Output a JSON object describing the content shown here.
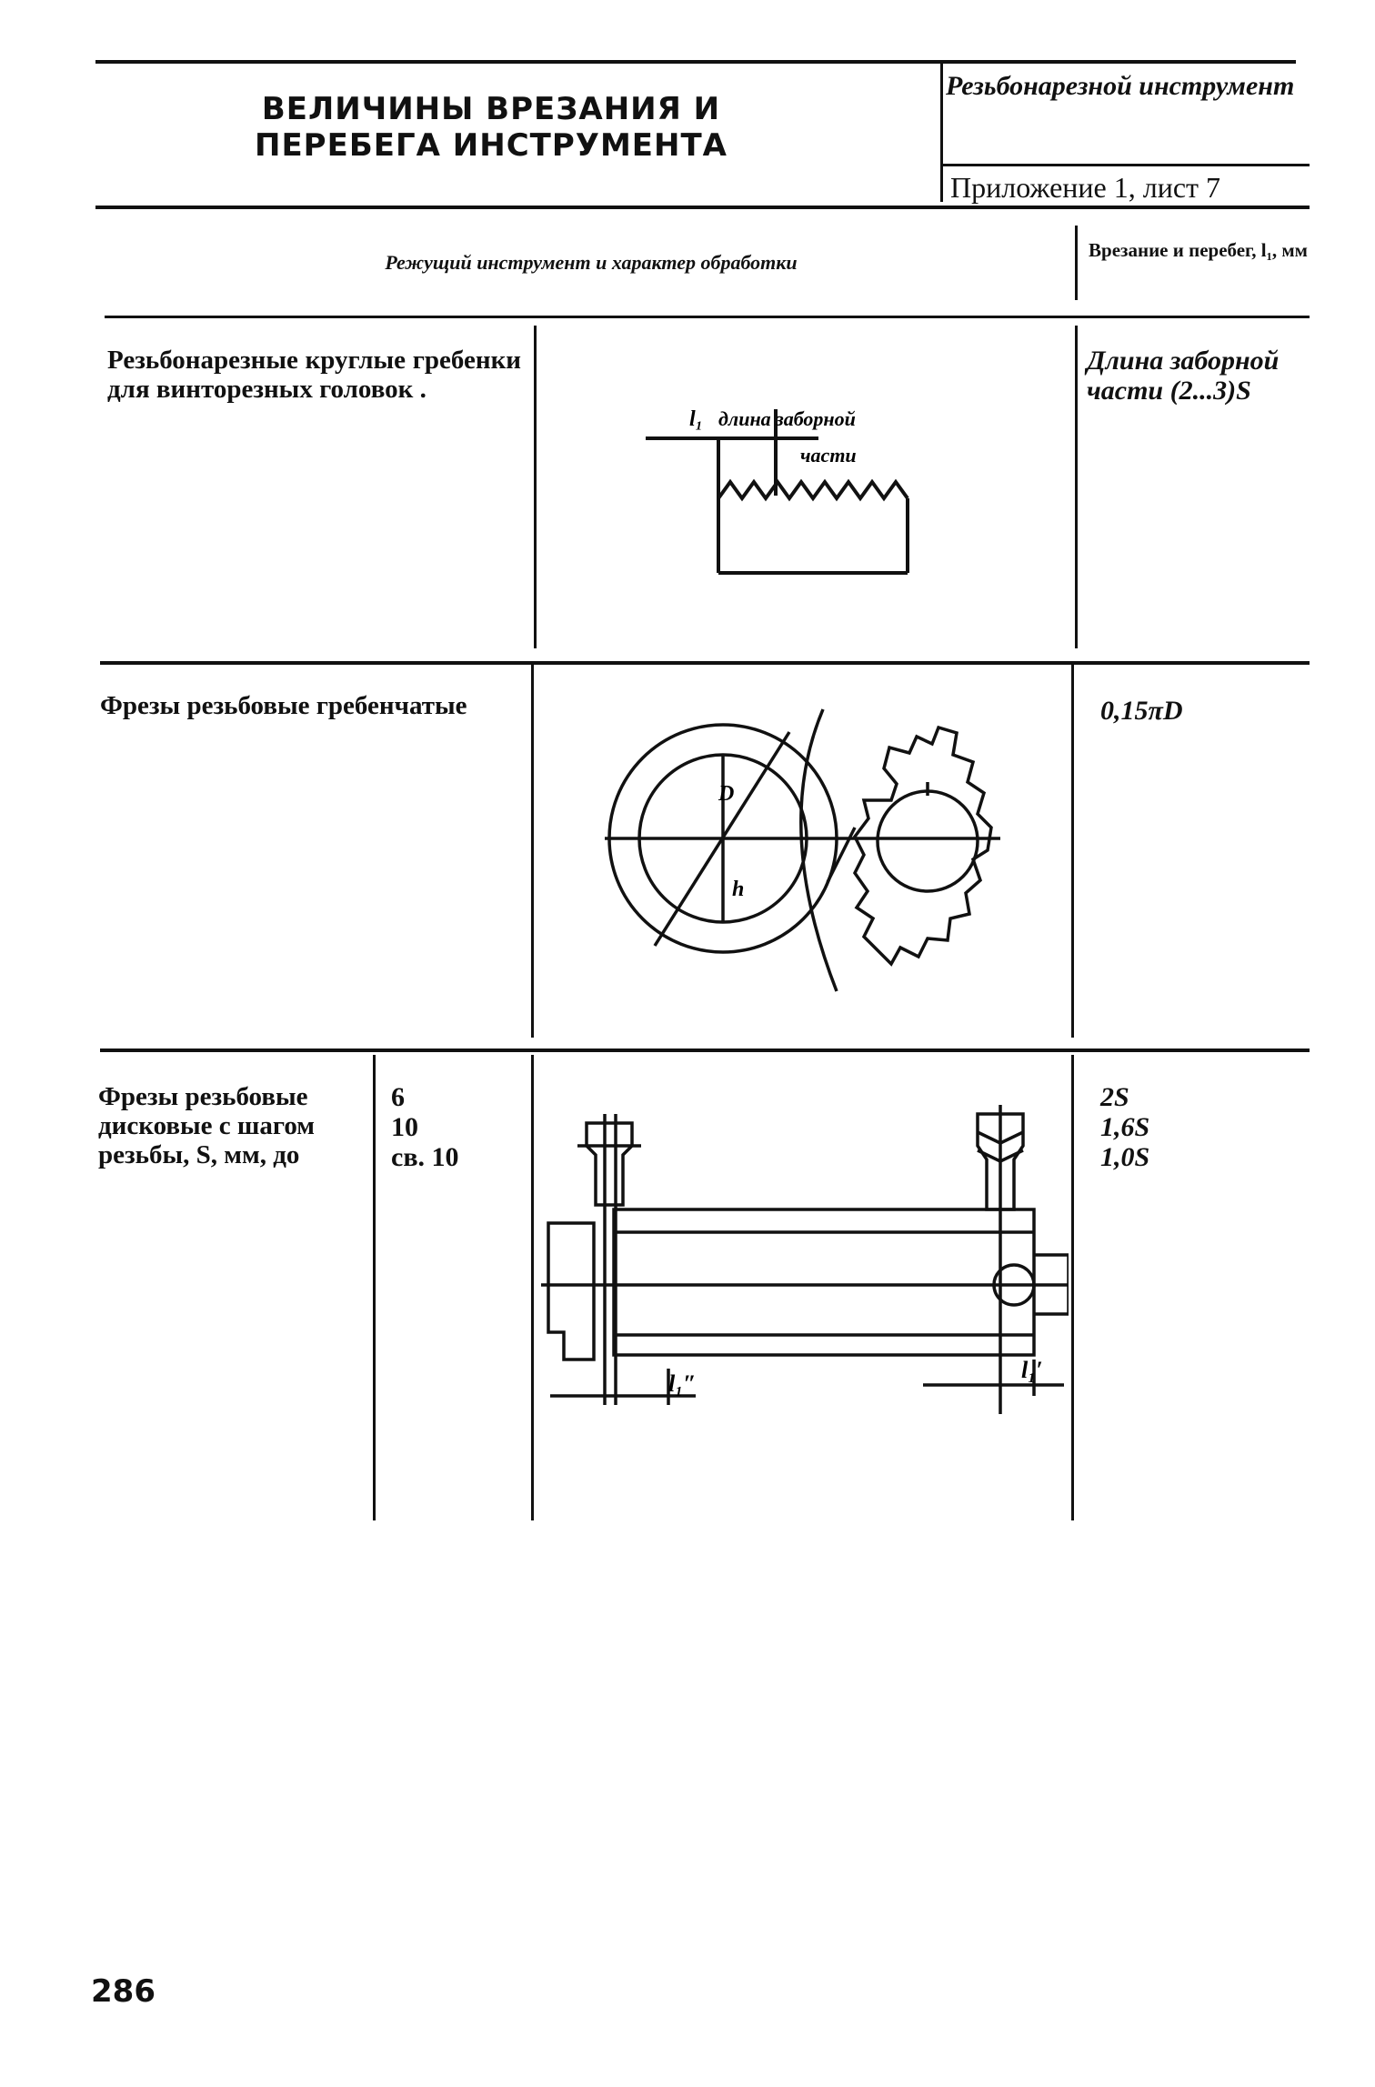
{
  "header": {
    "title": "ВЕЛИЧИНЫ ВРЕЗАНИЯ И ПЕРЕБЕГА ИНСТРУМЕНТА",
    "section": "Резьбонарезной инструмент",
    "appendix": "Приложение 1, лист 7"
  },
  "columns": {
    "tool": "Режущий инструмент и характер обработки",
    "value": "Врезание и перебег, l₁, мм"
  },
  "rows": [
    {
      "tool": "Резьбонарезные круглые гребенки для винторезных головок .",
      "value": "Длина заборной части (2...3)S",
      "figure_labels": [
        "l₁",
        "длина заборной",
        "части"
      ]
    },
    {
      "tool": "Фрезы резьбовые гребенчатые",
      "value": "0,15πD",
      "figure_labels": [
        "D",
        "h"
      ]
    },
    {
      "tool": "Фрезы резьбовые дисковые с шагом резьбы, S, мм, до",
      "pitches": [
        "6",
        "10",
        "св. 10"
      ],
      "values": [
        "2S",
        "1,6S",
        "1,0S"
      ],
      "figure_labels": [
        "l₁″",
        "l₁′"
      ]
    }
  ],
  "page_number": "286"
}
